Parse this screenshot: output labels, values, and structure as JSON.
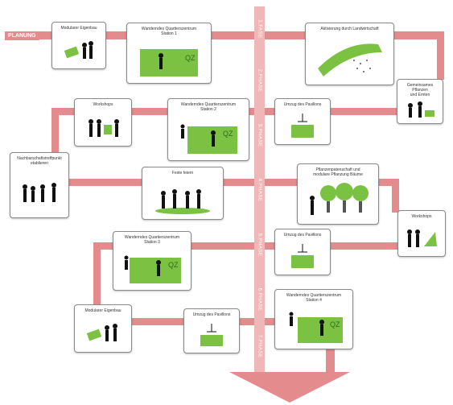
{
  "planung_label": "PLANUNG",
  "axis_labels": [
    "1.FASE",
    "2.PHASE",
    "3.PHASE",
    "4.PHASE",
    "5.PHASE",
    "6.PHASE",
    "7.PHASE"
  ],
  "cards": {
    "c1": "Modularer Eigenbau",
    "c2": "Wanderndes Quartierszentrum\nStation 1",
    "c3": "Aktivierung durch Landwirtschaft",
    "c4": "Gemeinsames Pflanzen\nund Ernten",
    "c5": "Workshops",
    "c6": "Wanderndes Quartierszentrum\nStation 2",
    "c7": "Umzug des Pavillons",
    "c8": "Nachbarschaftstreffpunkt etablieren",
    "c9": "Feste feiern",
    "c10": "Pflanzenpatenschaft und\nmodulare Pflanzung Bäume",
    "c11": "Workshops",
    "c12": "Wanderndes Quartierszentrum\nStation 3",
    "c13": "Umzug des Pavillons",
    "c14": "Modularer Eigenbau",
    "c15": "Umzug des Pavillons",
    "c16": "Wanderndes Quartierszentrum\nStation 4"
  },
  "colors": {
    "band": "#e48c8d",
    "axis": "#efb7b7",
    "green": "#7cc242"
  }
}
